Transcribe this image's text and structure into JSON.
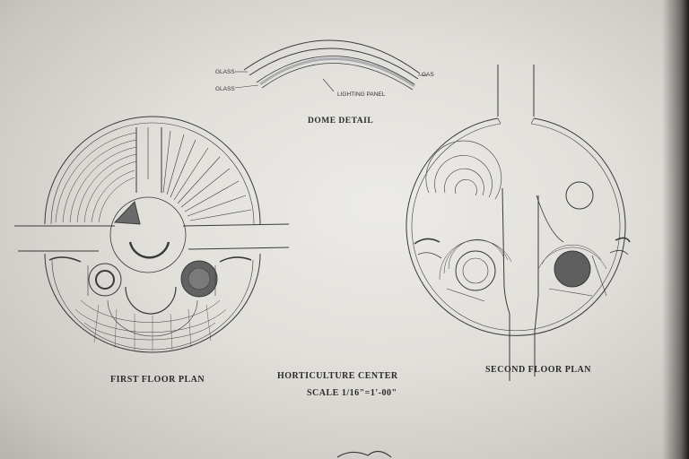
{
  "drawing": {
    "dome_detail": {
      "title": "DOME DETAIL",
      "labels": {
        "glass_top": "GLASS",
        "glass_bottom": "GLASS",
        "gas": "GAS",
        "lighting_panel": "LIGHTING PANEL"
      }
    },
    "first_floor": {
      "title": "FIRST FLOOR PLAN"
    },
    "second_floor": {
      "title": "SECOND FLOOR PLAN"
    },
    "center_title": "HORTICULTURE CENTER",
    "scale": "SCALE 1/16\"=1'-00\""
  },
  "colors": {
    "line": "#3a3a3a",
    "paper": "#e6e4e0",
    "dark_fill": "#5a5a5a"
  }
}
